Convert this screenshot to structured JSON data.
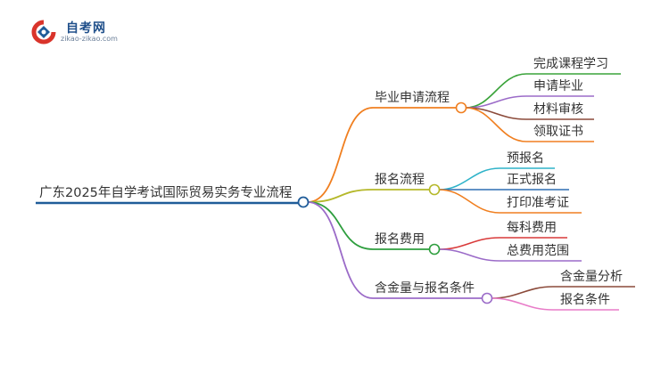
{
  "logo": {
    "title": "自考网",
    "url": "zikao-zikao.com"
  },
  "root": {
    "label": "广东2025年自学考试国际贸易实务专业流程",
    "color": "#1f5c99"
  },
  "branches": [
    {
      "label": "毕业申请流程",
      "color": "#f07f20",
      "children": [
        {
          "label": "完成课程学习",
          "color": "#3aa33a"
        },
        {
          "label": "申请毕业",
          "color": "#9b6bc8"
        },
        {
          "label": "材料审核",
          "color": "#8b4a3a"
        },
        {
          "label": "领取证书",
          "color": "#f07f20"
        }
      ]
    },
    {
      "label": "报名流程",
      "color": "#b5b82a",
      "children": [
        {
          "label": "预报名",
          "color": "#2fb3c9"
        },
        {
          "label": "正式报名",
          "color": "#2f6fb3"
        },
        {
          "label": "打印准考证",
          "color": "#f07f20"
        }
      ]
    },
    {
      "label": "报名费用",
      "color": "#2e9e3e",
      "children": [
        {
          "label": "每科费用",
          "color": "#d93a3a"
        },
        {
          "label": "总费用范围",
          "color": "#9b6bc8"
        }
      ]
    },
    {
      "label": "含金量与报名条件",
      "color": "#9b6bc8",
      "children": [
        {
          "label": "含金量分析",
          "color": "#8b4a3a"
        },
        {
          "label": "报名条件",
          "color": "#e87cc8"
        }
      ]
    }
  ]
}
